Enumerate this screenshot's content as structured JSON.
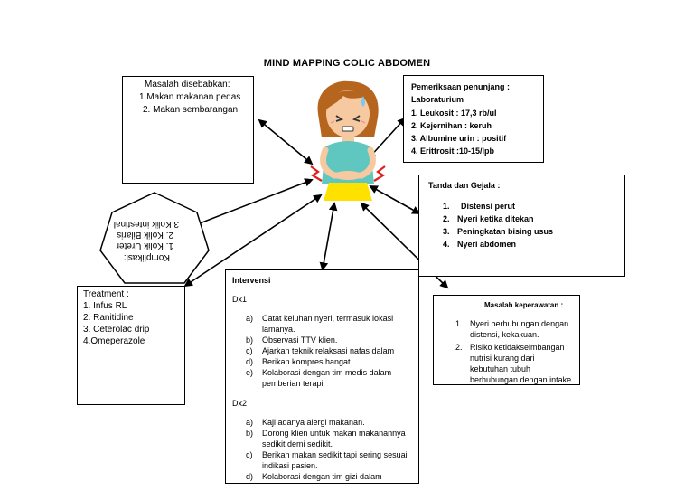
{
  "title": "MIND MAPPING COLIC ABDOMEN",
  "masalah": {
    "heading": "Masalah disebabkan:",
    "items": [
      "1.Makan makanan pedas",
      "2. Makan sembarangan"
    ]
  },
  "pemeriksaan": {
    "heading": "Pemeriksaan penunjang :",
    "sub": "Laboraturium",
    "items": [
      "1. Leukosit : 17,3 rb/ul",
      "2. Kejernihan : keruh",
      "3. Albumine urin : positif",
      "4. Erittrosit :10-15/lpb"
    ]
  },
  "tanda": {
    "heading": "Tanda dan Gejala :",
    "items": [
      {
        "num": "1.",
        "text": "Distensi perut"
      },
      {
        "num": "2.",
        "text": "Nyeri ketika ditekan"
      },
      {
        "num": "3.",
        "text": "Peningkatan bising usus"
      },
      {
        "num": "4.",
        "text": "Nyeri abdomen"
      }
    ]
  },
  "komplikasi": {
    "heading": "Komplikasi:",
    "items": [
      "1. Kolik Ureter",
      "2. Kolik Bilaris",
      "3.Kolik intestinal"
    ]
  },
  "treatment": {
    "heading": "Treatment :",
    "items": [
      "1. Infus RL",
      "2. Ranitidine",
      "3. Ceterolac drip",
      "4.Omeperazole"
    ]
  },
  "intervensi": {
    "heading": "Intervensi",
    "dx1_label": "Dx1",
    "dx1": [
      {
        "letter": "a)",
        "text": "Catat keluhan nyeri, termasuk lokasi",
        "cont": "lamanya."
      },
      {
        "letter": "b)",
        "text": "Observasi TTV klien."
      },
      {
        "letter": "c)",
        "text": "Ajarkan teknik relaksasi nafas dalam"
      },
      {
        "letter": "d)",
        "text": "Berikan kompres hangat"
      },
      {
        "letter": "e)",
        "text": "Kolaborasi dengan tim medis dalam",
        "cont": "pemberian terapi"
      }
    ],
    "dx2_label": "Dx2",
    "dx2": [
      {
        "letter": "a)",
        "text": "Kaji adanya alergi makanan."
      },
      {
        "letter": "b)",
        "text": "Dorong klien untuk makan makanannya",
        "cont": "sedikit demi sedikit."
      },
      {
        "letter": "c)",
        "text": "Berikan makan sedikit tapi sering sesuai",
        "cont": "indikasi pasien."
      },
      {
        "letter": "d)",
        "text": "Kolaborasi dengan tim gizi dalam"
      }
    ]
  },
  "keperawatan": {
    "heading": "Masalah keperawatan :",
    "items": [
      {
        "num": "1.",
        "lines": [
          "Nyeri berhubungan dengan",
          "distensi, kekakuan."
        ]
      },
      {
        "num": "2.",
        "lines": [
          "Risiko ketidakseimbangan",
          "nutrisi kurang dari",
          "kebutuhan tubuh",
          "berhubungan dengan intake"
        ]
      }
    ]
  },
  "colors": {
    "hair": "#b5651d",
    "skin": "#f7c9a0",
    "shirt": "#5fc7c0",
    "skirt": "#ffe100",
    "pain": "#e02020"
  }
}
